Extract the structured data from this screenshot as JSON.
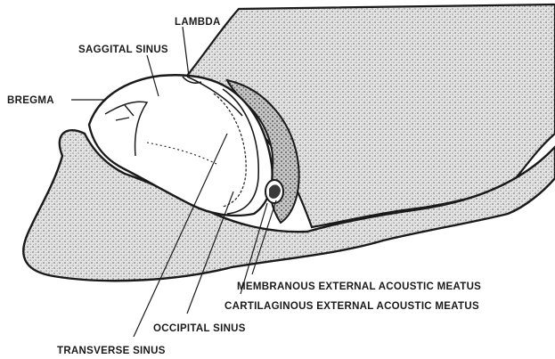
{
  "labels": {
    "lambda": "LAMBDA",
    "saggital_sinus": "SAGGITAL SINUS",
    "bregma": "BREGMA",
    "membranous_meatus": "MEMBRANOUS EXTERNAL ACOUSTIC MEATUS",
    "cartilaginous_meatus": "CARTILAGINOUS EXTERNAL ACOUSTIC MEATUS",
    "occipital_sinus": "OCCIPITAL SINUS",
    "transverse_sinus": "TRANSVERSE SINUS"
  },
  "colors": {
    "ink": "#1a1a1a",
    "stipple": "#8c8c8c",
    "paper": "#ffffff"
  }
}
